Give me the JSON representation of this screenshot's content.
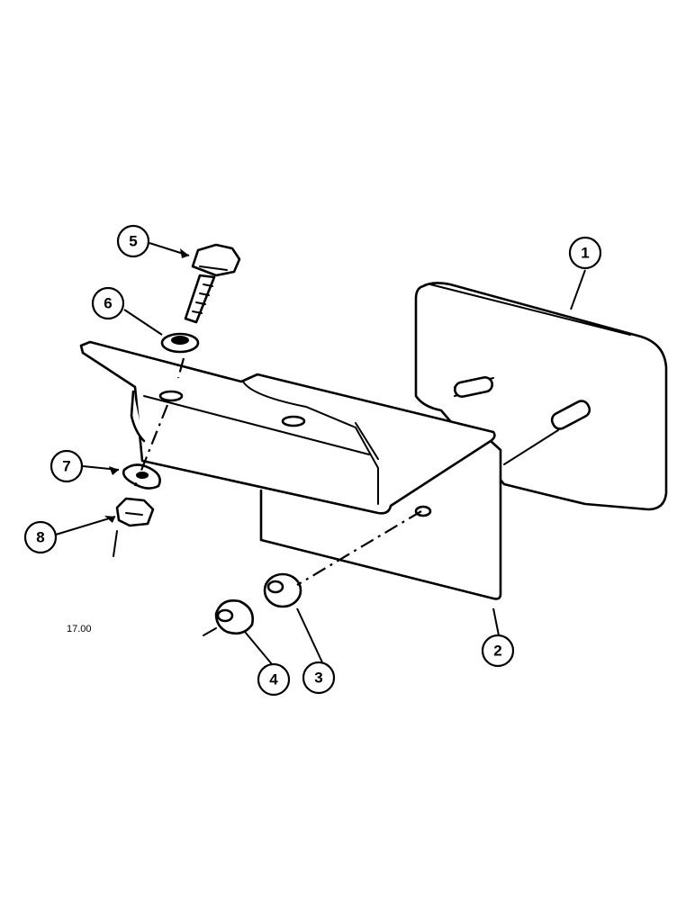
{
  "figure_number": "17.00",
  "callouts": [
    "1",
    "2",
    "3",
    "4",
    "5",
    "6",
    "7",
    "8"
  ],
  "colors": {
    "ink": "#000000",
    "paper": "#ffffff"
  }
}
